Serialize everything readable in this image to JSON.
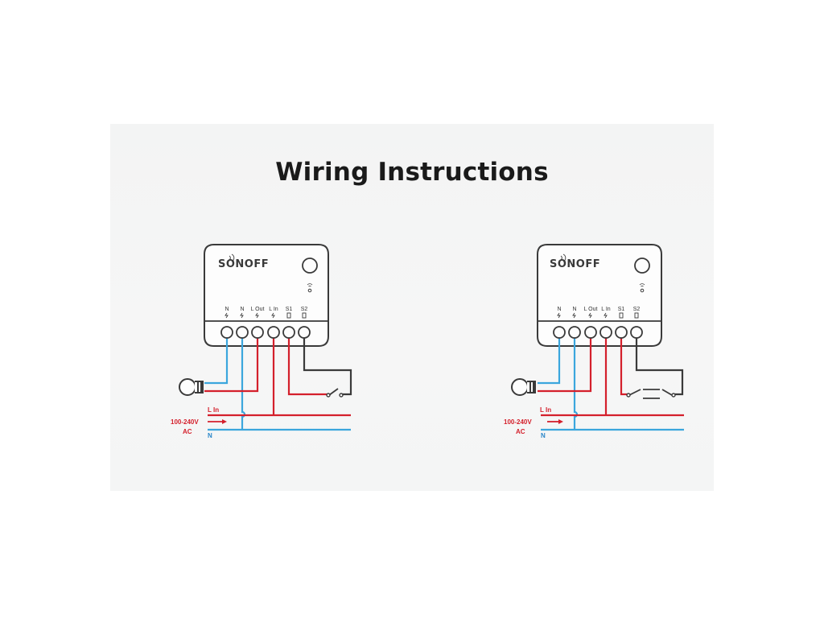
{
  "title": "Wiring Instructions",
  "colors": {
    "live": "#d4202c",
    "neutral": "#3ba6dd",
    "switch_wire": "#3a3a3a",
    "device_outline": "#3a3a3a"
  },
  "diagrams": [
    {
      "brand": "SONOFF",
      "terminals": [
        "N",
        "N",
        "L Out",
        "L In",
        "S1",
        "S2"
      ],
      "line_labels": {
        "live": "L In",
        "voltage": "100-240V",
        "ac": "AC",
        "neutral": "N"
      },
      "switch_type": "single"
    },
    {
      "brand": "SONOFF",
      "terminals": [
        "N",
        "N",
        "L Out",
        "L In",
        "S1",
        "S2"
      ],
      "line_labels": {
        "live": "L In",
        "voltage": "100-240V",
        "ac": "AC",
        "neutral": "N"
      },
      "switch_type": "two-way"
    }
  ]
}
